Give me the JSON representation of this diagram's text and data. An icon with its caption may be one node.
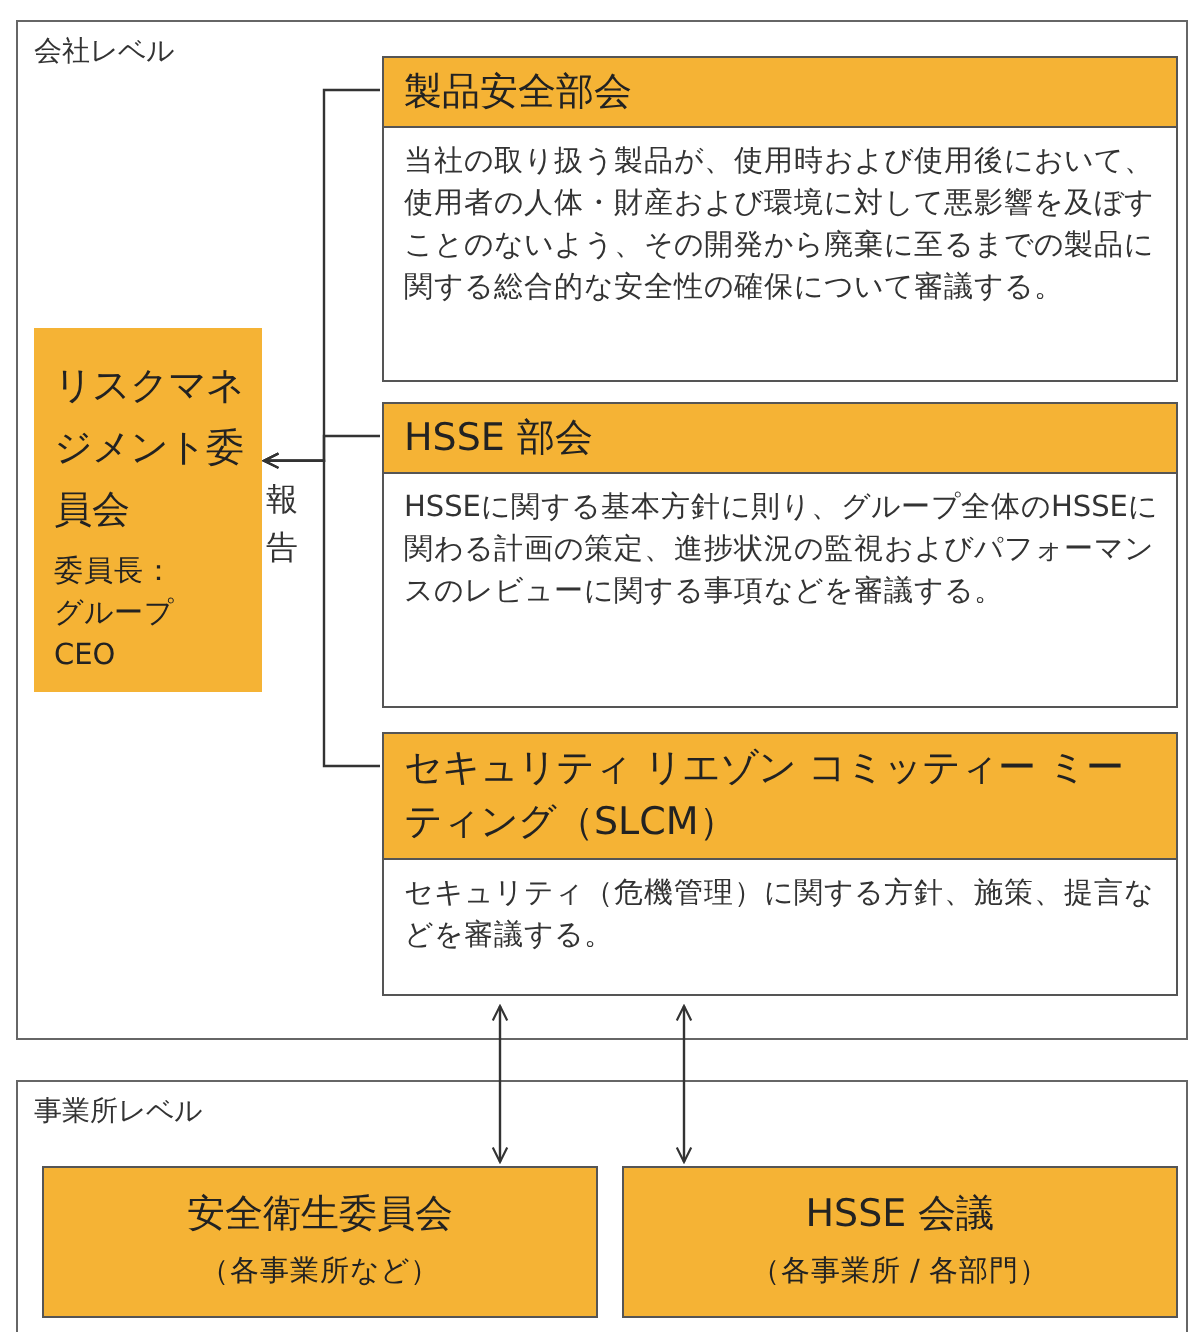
{
  "diagram": {
    "nodes": [
      {
        "text": [
          "会社レベル"
        ]
      },
      {
        "text": [
          "リスクマネジメント委員会",
          "委員長：グループ CEO"
        ],
        "in": 0
      },
      {
        "text": [
          "製品安全部会",
          "当社の取り扱う製品が、使用時および使用後において、使用者の人体・財産および環境に対して悪影響を及ぼすことのないよう、その開発から廃棄に至るまでの製品に関する総合的な安全性の確保について審議する。"
        ],
        "in": 0
      },
      {
        "text": [
          "HSSE 部会",
          "HSSEに関する基本方針に則り、グループ全体のHSSEに関わる計画の策定、進捗状況の監視およびパフォーマンスのレビューに関する事項などを審議する。"
        ],
        "in": 0
      },
      {
        "text": [
          "セキュリティ リエゾン コミッティー ミーティング（SLCM）",
          "セキュリティ（危機管理）に関する方針、施策、提言などを審議する。"
        ],
        "in": 0
      },
      {
        "text": [
          "事業所レベル"
        ]
      },
      {
        "text": [
          "安全衛生委員会",
          "（各事業所など）"
        ],
        "in": 5
      },
      {
        "text": [
          "HSSE 会議",
          "（各事業所 / 各部門）"
        ],
        "in": 5
      }
    ],
    "edges": [
      {
        "from": 2,
        "to": 1,
        "arrow": "to"
      },
      {
        "from": 3,
        "to": 1,
        "arrow": "to",
        "label": "報告"
      },
      {
        "from": 4,
        "to": 1,
        "arrow": "to"
      },
      {
        "from": 4,
        "to": 6,
        "arrow": "both"
      },
      {
        "from": 4,
        "to": 7,
        "arrow": "both"
      }
    ]
  }
}
